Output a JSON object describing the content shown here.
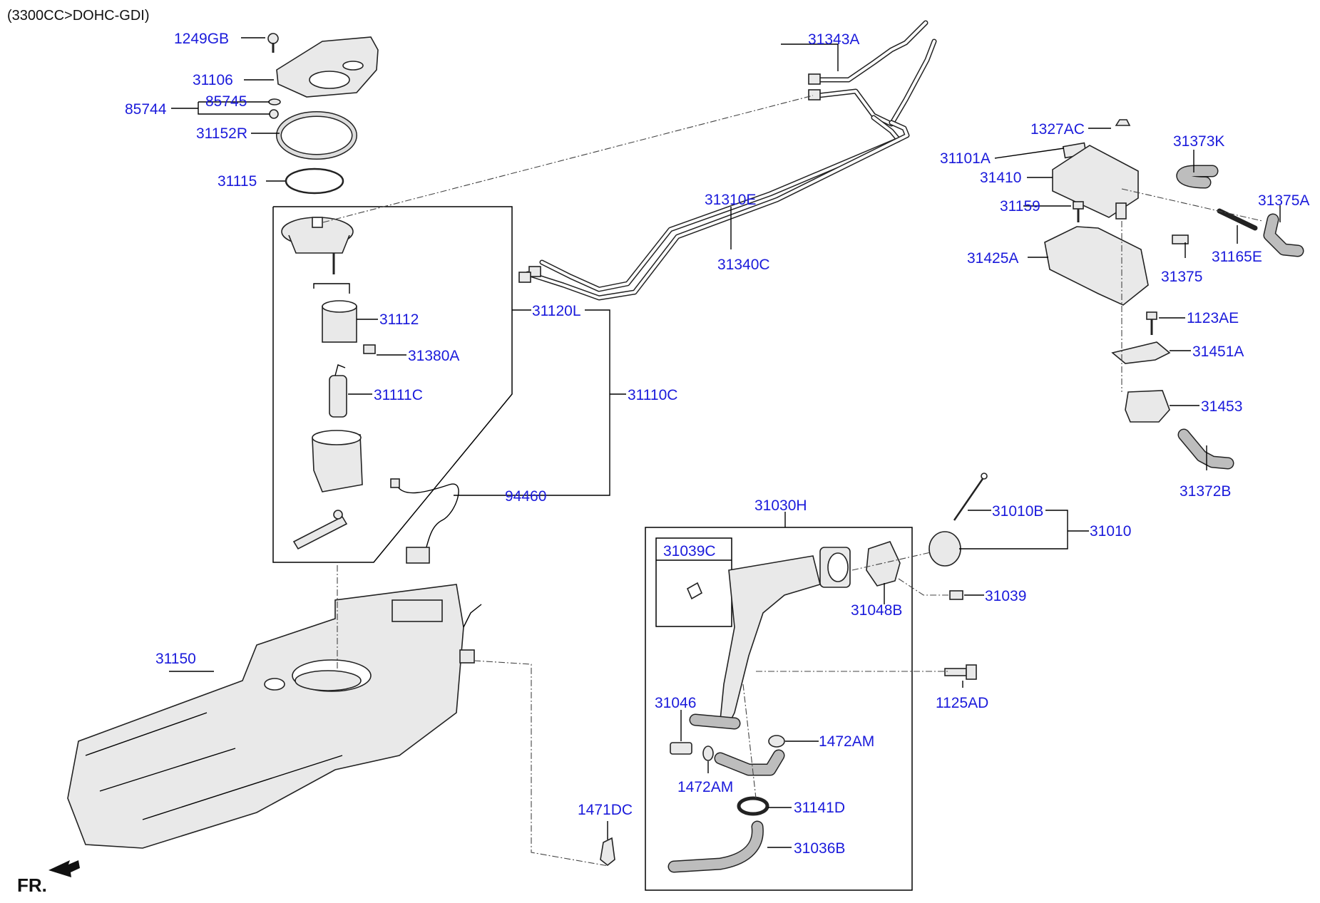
{
  "header": {
    "engine_note": "(3300CC>DOHC-GDI)"
  },
  "direction": {
    "front_label": "FR."
  },
  "labels": {
    "p1249GB": "1249GB",
    "p31106": "31106",
    "p85744": "85744",
    "p85745": "85745",
    "p31152R": "31152R",
    "p31115": "31115",
    "p31343A": "31343A",
    "p31310E": "31310E",
    "p31340C": "31340C",
    "p31120L": "31120L",
    "p31112": "31112",
    "p31380A": "31380A",
    "p31110C": "31110C",
    "p31111C": "31111C",
    "p94460": "94460",
    "p31150": "31150",
    "p1327AC": "1327AC",
    "p31101A": "31101A",
    "p31410": "31410",
    "p31159": "31159",
    "p31425A": "31425A",
    "p31373K": "31373K",
    "p31375A": "31375A",
    "p31165E": "31165E",
    "p31375": "31375",
    "p1123AE": "1123AE",
    "p31451A": "31451A",
    "p31453": "31453",
    "p31372B": "31372B",
    "p31030H": "31030H",
    "p31039C": "31039C",
    "p31010B": "31010B",
    "p31010": "31010",
    "p31048B": "31048B",
    "p31039": "31039",
    "p1125AD": "1125AD",
    "p31046": "31046",
    "p1472AM_a": "1472AM",
    "p1472AM_b": "1472AM",
    "p31141D": "31141D",
    "p1471DC": "1471DC",
    "p31036B": "31036B"
  }
}
